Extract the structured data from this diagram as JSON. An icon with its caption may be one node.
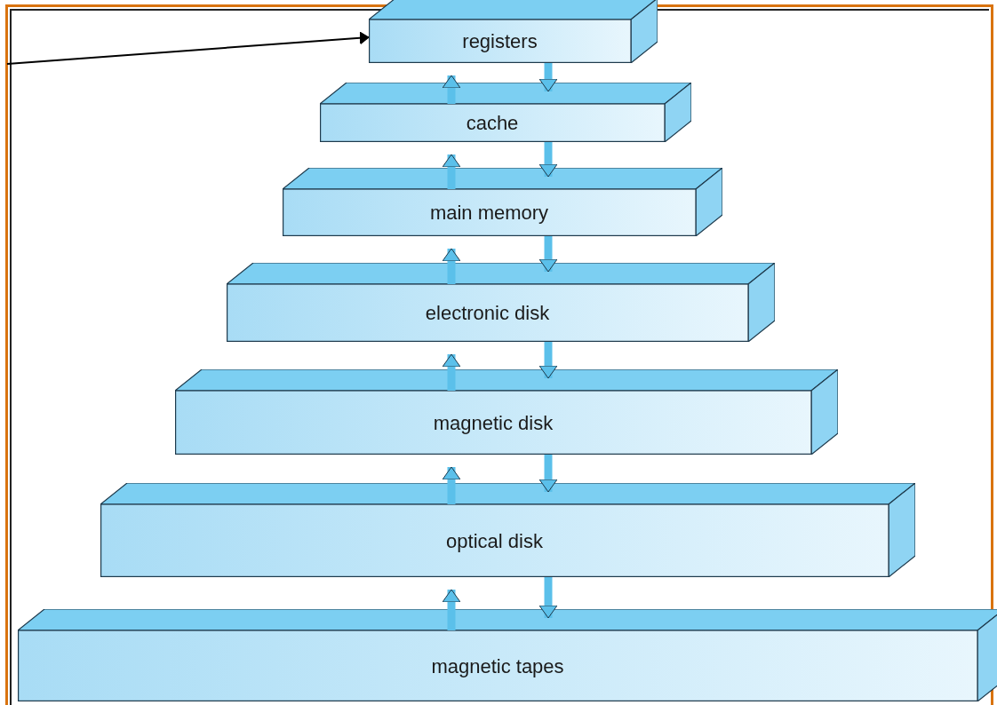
{
  "diagram": {
    "nodes": [
      {
        "text": [
          "registers"
        ]
      },
      {
        "text": [
          "cache"
        ]
      },
      {
        "text": [
          "main memory"
        ]
      },
      {
        "text": [
          "electronic disk"
        ]
      },
      {
        "text": [
          "magnetic disk"
        ]
      },
      {
        "text": [
          "optical disk"
        ]
      },
      {
        "text": [
          "magnetic tapes"
        ]
      }
    ],
    "edges": [
      {
        "from": null,
        "to": 0,
        "arrow": "to",
        "color": "#000000"
      },
      {
        "from": 1,
        "to": 0,
        "arrow": "to"
      },
      {
        "from": 0,
        "to": 1,
        "arrow": "to"
      },
      {
        "from": 2,
        "to": 1,
        "arrow": "to"
      },
      {
        "from": 1,
        "to": 2,
        "arrow": "to"
      },
      {
        "from": 3,
        "to": 2,
        "arrow": "to"
      },
      {
        "from": 2,
        "to": 3,
        "arrow": "to"
      },
      {
        "from": 4,
        "to": 3,
        "arrow": "to"
      },
      {
        "from": 3,
        "to": 4,
        "arrow": "to"
      },
      {
        "from": 5,
        "to": 4,
        "arrow": "to"
      },
      {
        "from": 4,
        "to": 5,
        "arrow": "to"
      },
      {
        "from": 6,
        "to": 5,
        "arrow": "to"
      },
      {
        "from": 5,
        "to": 6,
        "arrow": "to"
      }
    ]
  }
}
